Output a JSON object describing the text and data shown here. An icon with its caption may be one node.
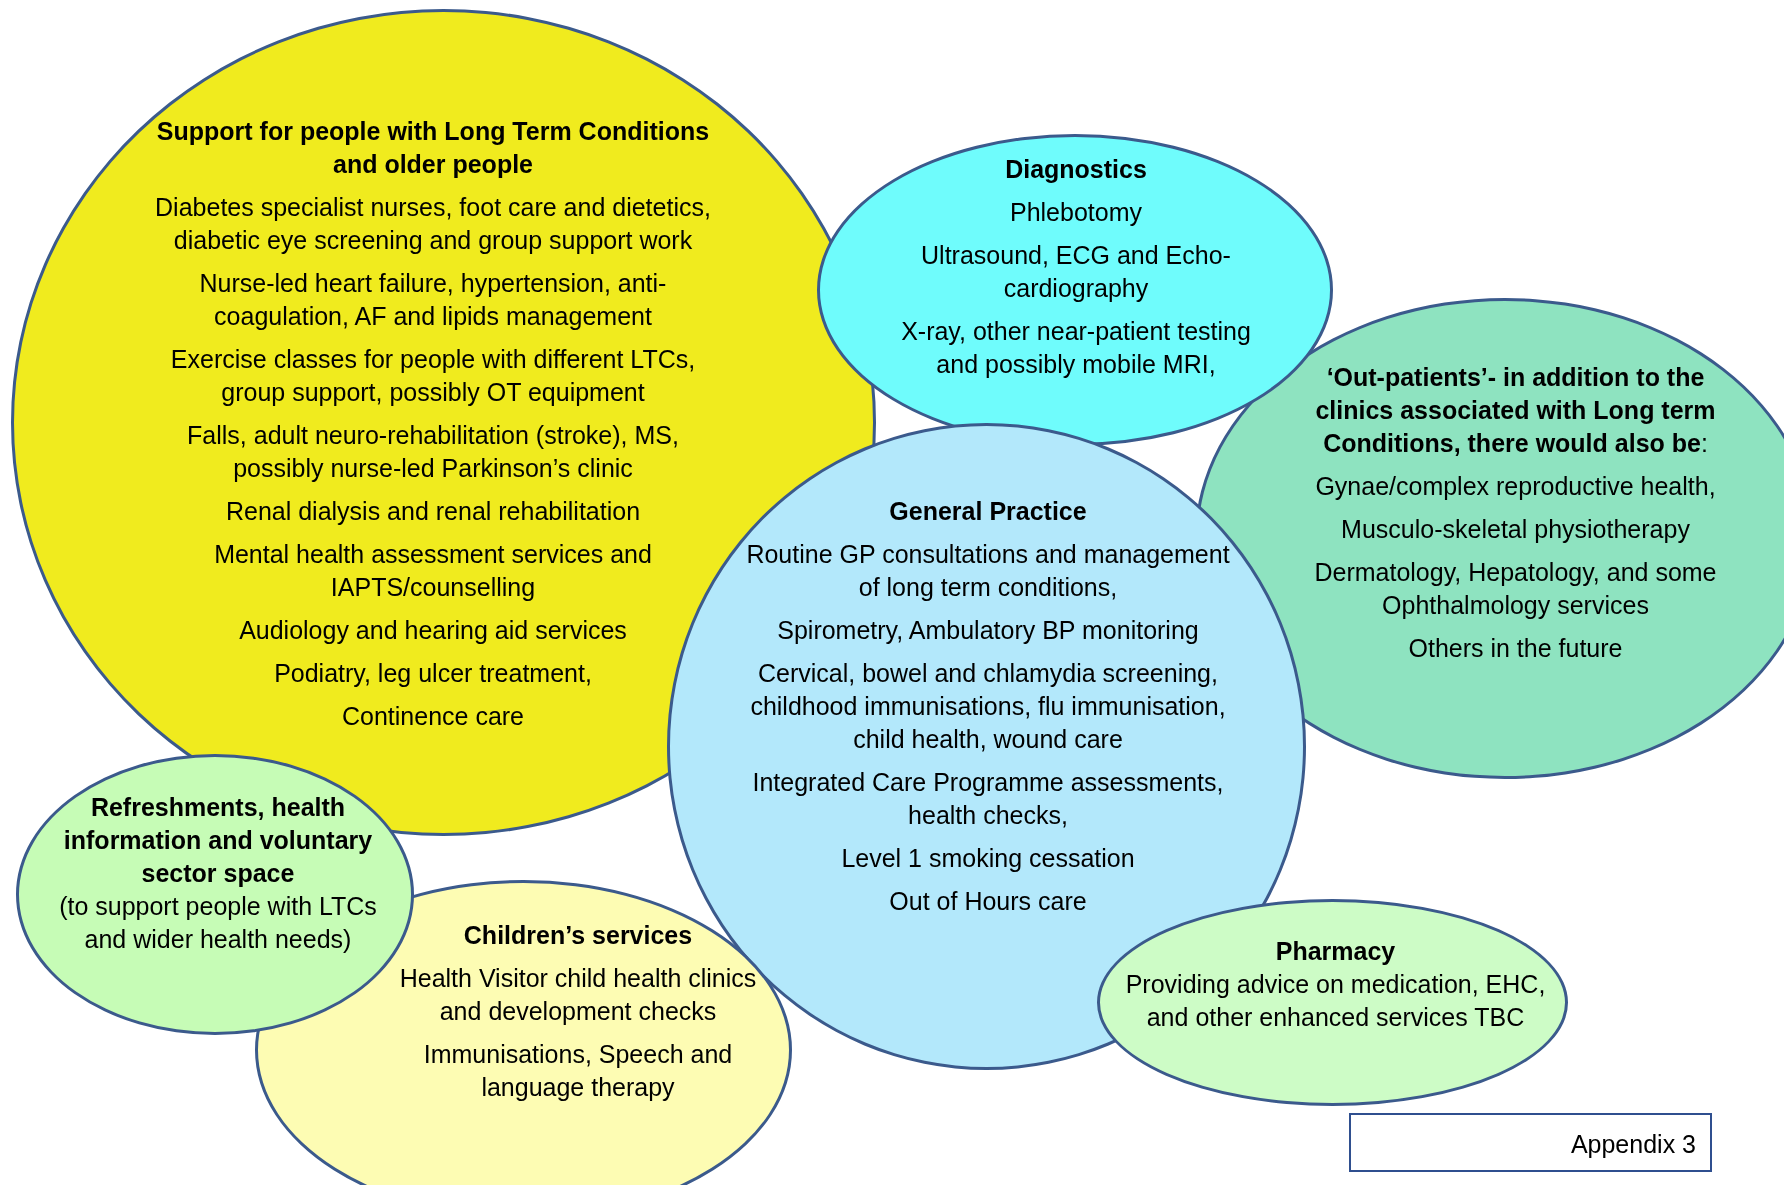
{
  "diagram": {
    "nodes": [
      {
        "text": [
          "Support for people with Long Term Conditions and older people",
          "Diabetes specialist nurses, foot care and dietetics, diabetic eye screening and group support work",
          "Nurse-led heart failure, hypertension, anti-coagulation, AF and lipids management",
          "Exercise classes for people with different LTCs, group support, possibly OT equipment",
          "Falls, adult neuro-rehabilitation (stroke), MS, possibly nurse-led Parkinson’s clinic",
          "Renal dialysis and renal rehabilitation",
          "Mental health assessment services and IAPTS/counselling",
          "Audiology and hearing aid services",
          "Podiatry, leg ulcer treatment,",
          "Continence care"
        ]
      },
      {
        "text": [
          "Diagnostics",
          "Phlebotomy",
          "Ultrasound, ECG and Echo-cardiography",
          "X-ray, other near-patient testing and possibly mobile MRI,"
        ]
      },
      {
        "text": [
          "**‘Out-patients’- in addition to the clinics associated with Long term Conditions, there would also be**:",
          "Gynae/complex reproductive health,",
          "Musculo-skeletal physiotherapy",
          "Dermatology, Hepatology, and some Ophthalmology services",
          "Others in the future"
        ]
      },
      {
        "text": [
          "General Practice",
          "Routine GP consultations and management of long term conditions,",
          "Spirometry, Ambulatory BP monitoring",
          "Cervical, bowel and chlamydia  screening, childhood immunisations, flu immunisation, child health, wound care",
          "Integrated Care Programme   assessments, health checks,",
          "Level 1 smoking cessation",
          "Out of Hours care"
        ]
      },
      {
        "text": [
          "Refreshments, health information and voluntary sector space",
          "(to support people with LTCs and wider health needs)"
        ]
      },
      {
        "text": [
          "Children’s services",
          "Health Visitor child health clinics  and development checks",
          "Immunisations, Speech and language therapy"
        ]
      },
      {
        "text": [
          "Pharmacy",
          "Providing advice on medication, EHC, and other enhanced services TBC"
        ]
      },
      {
        "text": [
          "Appendix 3"
        ]
      }
    ]
  }
}
